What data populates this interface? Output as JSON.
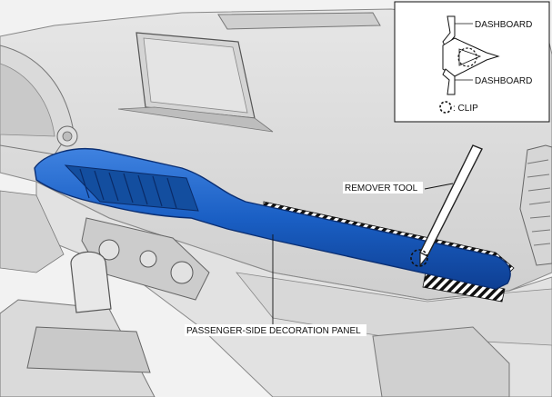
{
  "labels": {
    "remover_tool": "REMOVER TOOL",
    "panel": "PASSENGER-SIDE DECORATION PANEL"
  },
  "inset": {
    "dashboard_top": "DASHBOARD",
    "dashboard_bottom": "DASHBOARD",
    "clip": ": CLIP"
  },
  "colors": {
    "panel_fill": "#1a5fc4",
    "panel_edge": "#0b2f73",
    "dash": "#d9d9d9",
    "line": "#222222"
  }
}
